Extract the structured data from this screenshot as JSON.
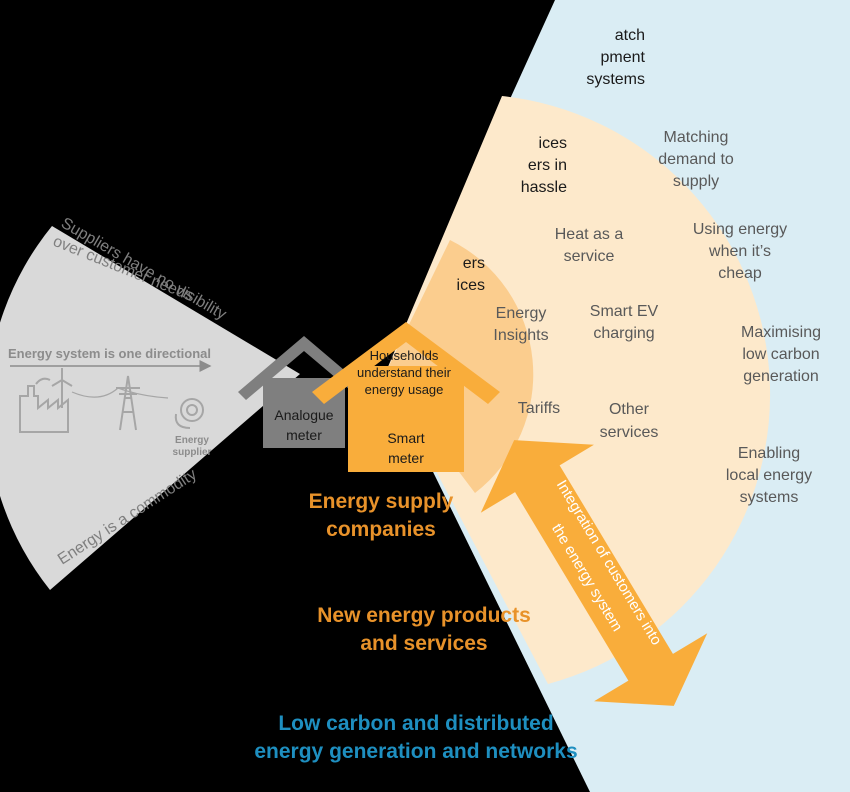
{
  "left": {
    "arc_top_text": "Suppliers have no visibility over customer needs",
    "arc_top_line1": "Suppliers have no visibility",
    "arc_top_line2": "over customer needs",
    "flow_label": "Energy system is one directional",
    "supplier_label_1": "Energy",
    "supplier_label_2": "supplier",
    "arc_bottom_text": "Energy is a commodity"
  },
  "houses": {
    "analogue_1": "Analogue",
    "analogue_2": "meter",
    "smart_heading_1": "Households",
    "smart_heading_2": "understand their",
    "smart_heading_3": "energy usage",
    "smart_1": "Smart",
    "smart_2": "meter"
  },
  "orange_zone": {
    "partial_1": "ers",
    "partial_2": "ices",
    "items": [
      "Energy Insights",
      "Tariffs"
    ],
    "energy_insights_1": "Energy",
    "energy_insights_2": "Insights",
    "tariffs": "Tariffs"
  },
  "cream_zone": {
    "partial_1": "ices",
    "partial_2": "ers in",
    "partial_3": "hassle",
    "heat_1": "Heat as a",
    "heat_2": "service",
    "ev_1": "Smart EV",
    "ev_2": "charging",
    "other_1": "Other",
    "other_2": "services"
  },
  "blue_zone": {
    "partial_1": "atch",
    "partial_2": "pment",
    "partial_3": "systems",
    "matching_1": "Matching",
    "matching_2": "demand to",
    "matching_3": "supply",
    "using_1": "Using energy",
    "using_2": "when it’s",
    "using_3": "cheap",
    "max_1": "Maximising",
    "max_2": "low carbon",
    "max_3": "generation",
    "local_1": "Enabling",
    "local_2": "local energy",
    "local_3": "systems"
  },
  "arrow": {
    "line1": "Integration of customers into",
    "line2": "the energy system"
  },
  "captions": {
    "supply_1": "Energy supply",
    "supply_2": "companies",
    "products_1": "New energy products",
    "products_2": "and services",
    "lowcarbon_1": "Low carbon and distributed",
    "lowcarbon_2": "energy generation and networks"
  },
  "colors": {
    "grey_sector": "#d9d9d9",
    "blue_ring": "#daedf4",
    "cream_ring": "#fde9cb",
    "orange_ring": "#fbcd8e",
    "orange_accent": "#f9ad3b",
    "caption_orange": "#e8922a",
    "caption_blue": "#1e8fc0"
  }
}
